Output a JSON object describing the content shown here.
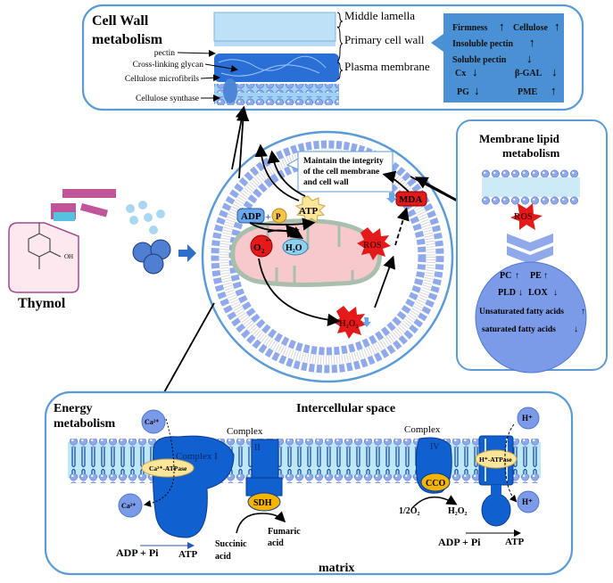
{
  "cell_wall": {
    "title_line1": "Cell Wall",
    "title_line2": "metabolism",
    "layers": [
      "Middle lamella",
      "Primary cell wall",
      "Plasma membrane"
    ],
    "components": [
      "pectin",
      "Cross-linking glycan",
      "Cellulose microfibrils",
      "Cellulose synthase"
    ],
    "effects": {
      "firmness": "Firmness",
      "cellulose": "Cellulose",
      "insoluble_pectin": "Insoluble pectin",
      "soluble_pectin": "Soluble pectin",
      "cx": "Cx",
      "bgal": "β-GAL",
      "pg": "PG",
      "pme": "PME"
    },
    "panel_color": "#4a90d4"
  },
  "thymol": {
    "label": "Thymol",
    "oh": "OH"
  },
  "cell": {
    "callout": [
      "Maintain the integrity",
      "of the cell membrane",
      "and cell wall"
    ],
    "adp": "ADP",
    "p": "P",
    "atp": "ATP",
    "o2": "O",
    "o2_sub": "2",
    "o2_sup": "•−",
    "h2o": "H₂O",
    "ros": "ROS",
    "mda": "MDA",
    "h2o2": "H₂O₂"
  },
  "membrane_lipid": {
    "title_line1": "Membrane lipid",
    "title_line2": "metabolism",
    "ros": "ROS",
    "effects": [
      "PC",
      "PE",
      "PLD",
      "LOX",
      "Unsaturated fatty acids",
      "saturated fatty acids"
    ]
  },
  "energy": {
    "title_line1": "Energy",
    "title_line2": "metabolism",
    "intercellular": "Intercellular space",
    "matrix": "matrix",
    "ca_top": "Ca²⁺",
    "ca_bottom": "Ca²⁺",
    "complex1": "Complex I",
    "ca_atpase": "Ca²⁺-ATPase",
    "complex2_a": "Complex",
    "complex2_b": "II",
    "sdh": "SDH",
    "succinic": [
      "Succinic",
      "acid"
    ],
    "fumaric": [
      "Fumaric",
      "acid"
    ],
    "complex4_a": "Complex",
    "complex4_b": "IV",
    "cco": "CCO",
    "half_o2": "1/2O₂",
    "h2o2": "H₂O₂",
    "h_atpase": "H⁺-ATPase",
    "h_top": "H⁺",
    "h_bottom": "H⁺",
    "adp_pi_1": "ADP + Pi",
    "atp_1": "ATP",
    "adp_pi_2": "ADP + Pi",
    "atp_2": "ATP"
  },
  "colors": {
    "frame": "#5b9bd5",
    "protein": "#1060d0",
    "head": "#8fa9ea",
    "ros": "#e41a1a",
    "enzyme": "#f4b400",
    "atp": "#fde59a"
  }
}
